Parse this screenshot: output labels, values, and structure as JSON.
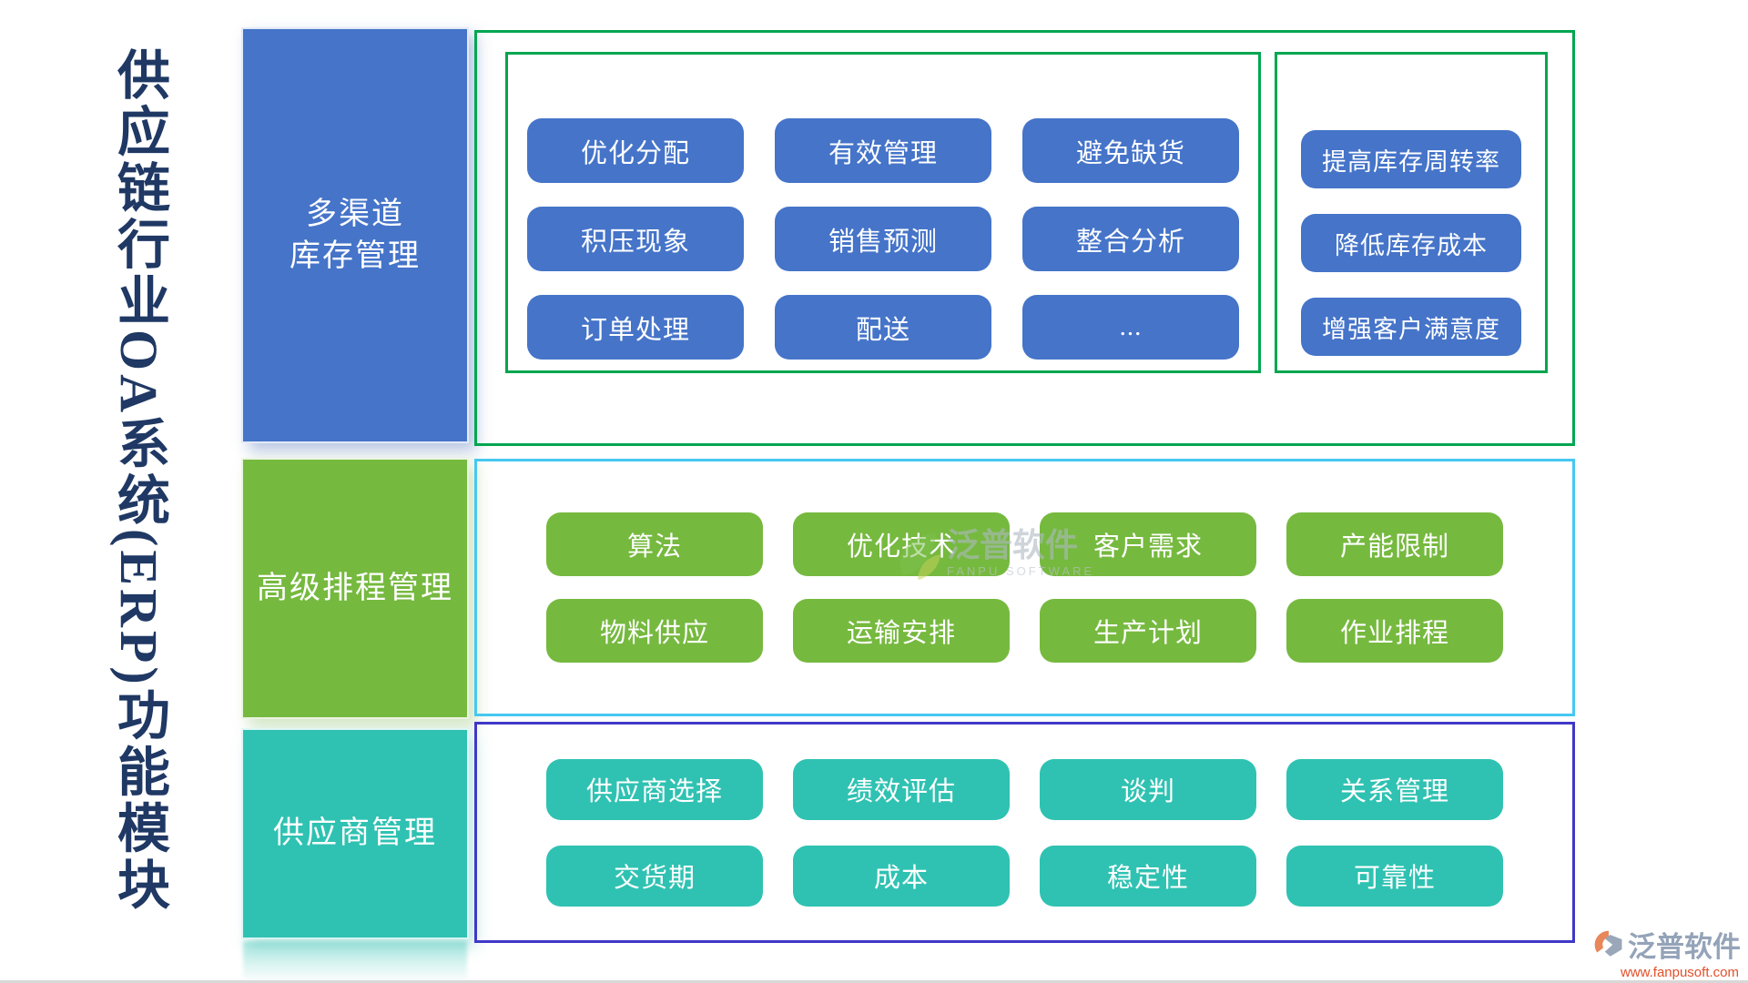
{
  "title": "供应链行业OA系统(ERP)功能模块",
  "sections": {
    "inventory": {
      "header_lines": [
        "多渠道",
        "库存管理"
      ],
      "grid_items": [
        "优化分配",
        "有效管理",
        "避免缺货",
        "积压现象",
        "销售预测",
        "整合分析",
        "订单处理",
        "配送",
        "..."
      ],
      "outcome_items": [
        "提高库存周转率",
        "降低库存成本",
        "增强客户满意度"
      ],
      "fill_color": "#4574C9",
      "border_color": "#00A650"
    },
    "scheduling": {
      "header": "高级排程管理",
      "items": [
        "算法",
        "优化技术",
        "客户需求",
        "产能限制",
        "物料供应",
        "运输安排",
        "生产计划",
        "作业排程"
      ],
      "fill_color": "#76B93F",
      "border_color": "#45C8F1"
    },
    "supplier": {
      "header": "供应商管理",
      "items": [
        "供应商选择",
        "绩效评估",
        "谈判",
        "关系管理",
        "交货期",
        "成本",
        "稳定性",
        "可靠性"
      ],
      "fill_color": "#2FC2B2",
      "border_color": "#4038C8"
    }
  },
  "watermarks": {
    "center": {
      "brand": "泛普软件",
      "subtitle": "FANPU SOFTWARE"
    },
    "corner": {
      "brand": "泛普软件",
      "url": "www.fanpusoft.com"
    }
  }
}
